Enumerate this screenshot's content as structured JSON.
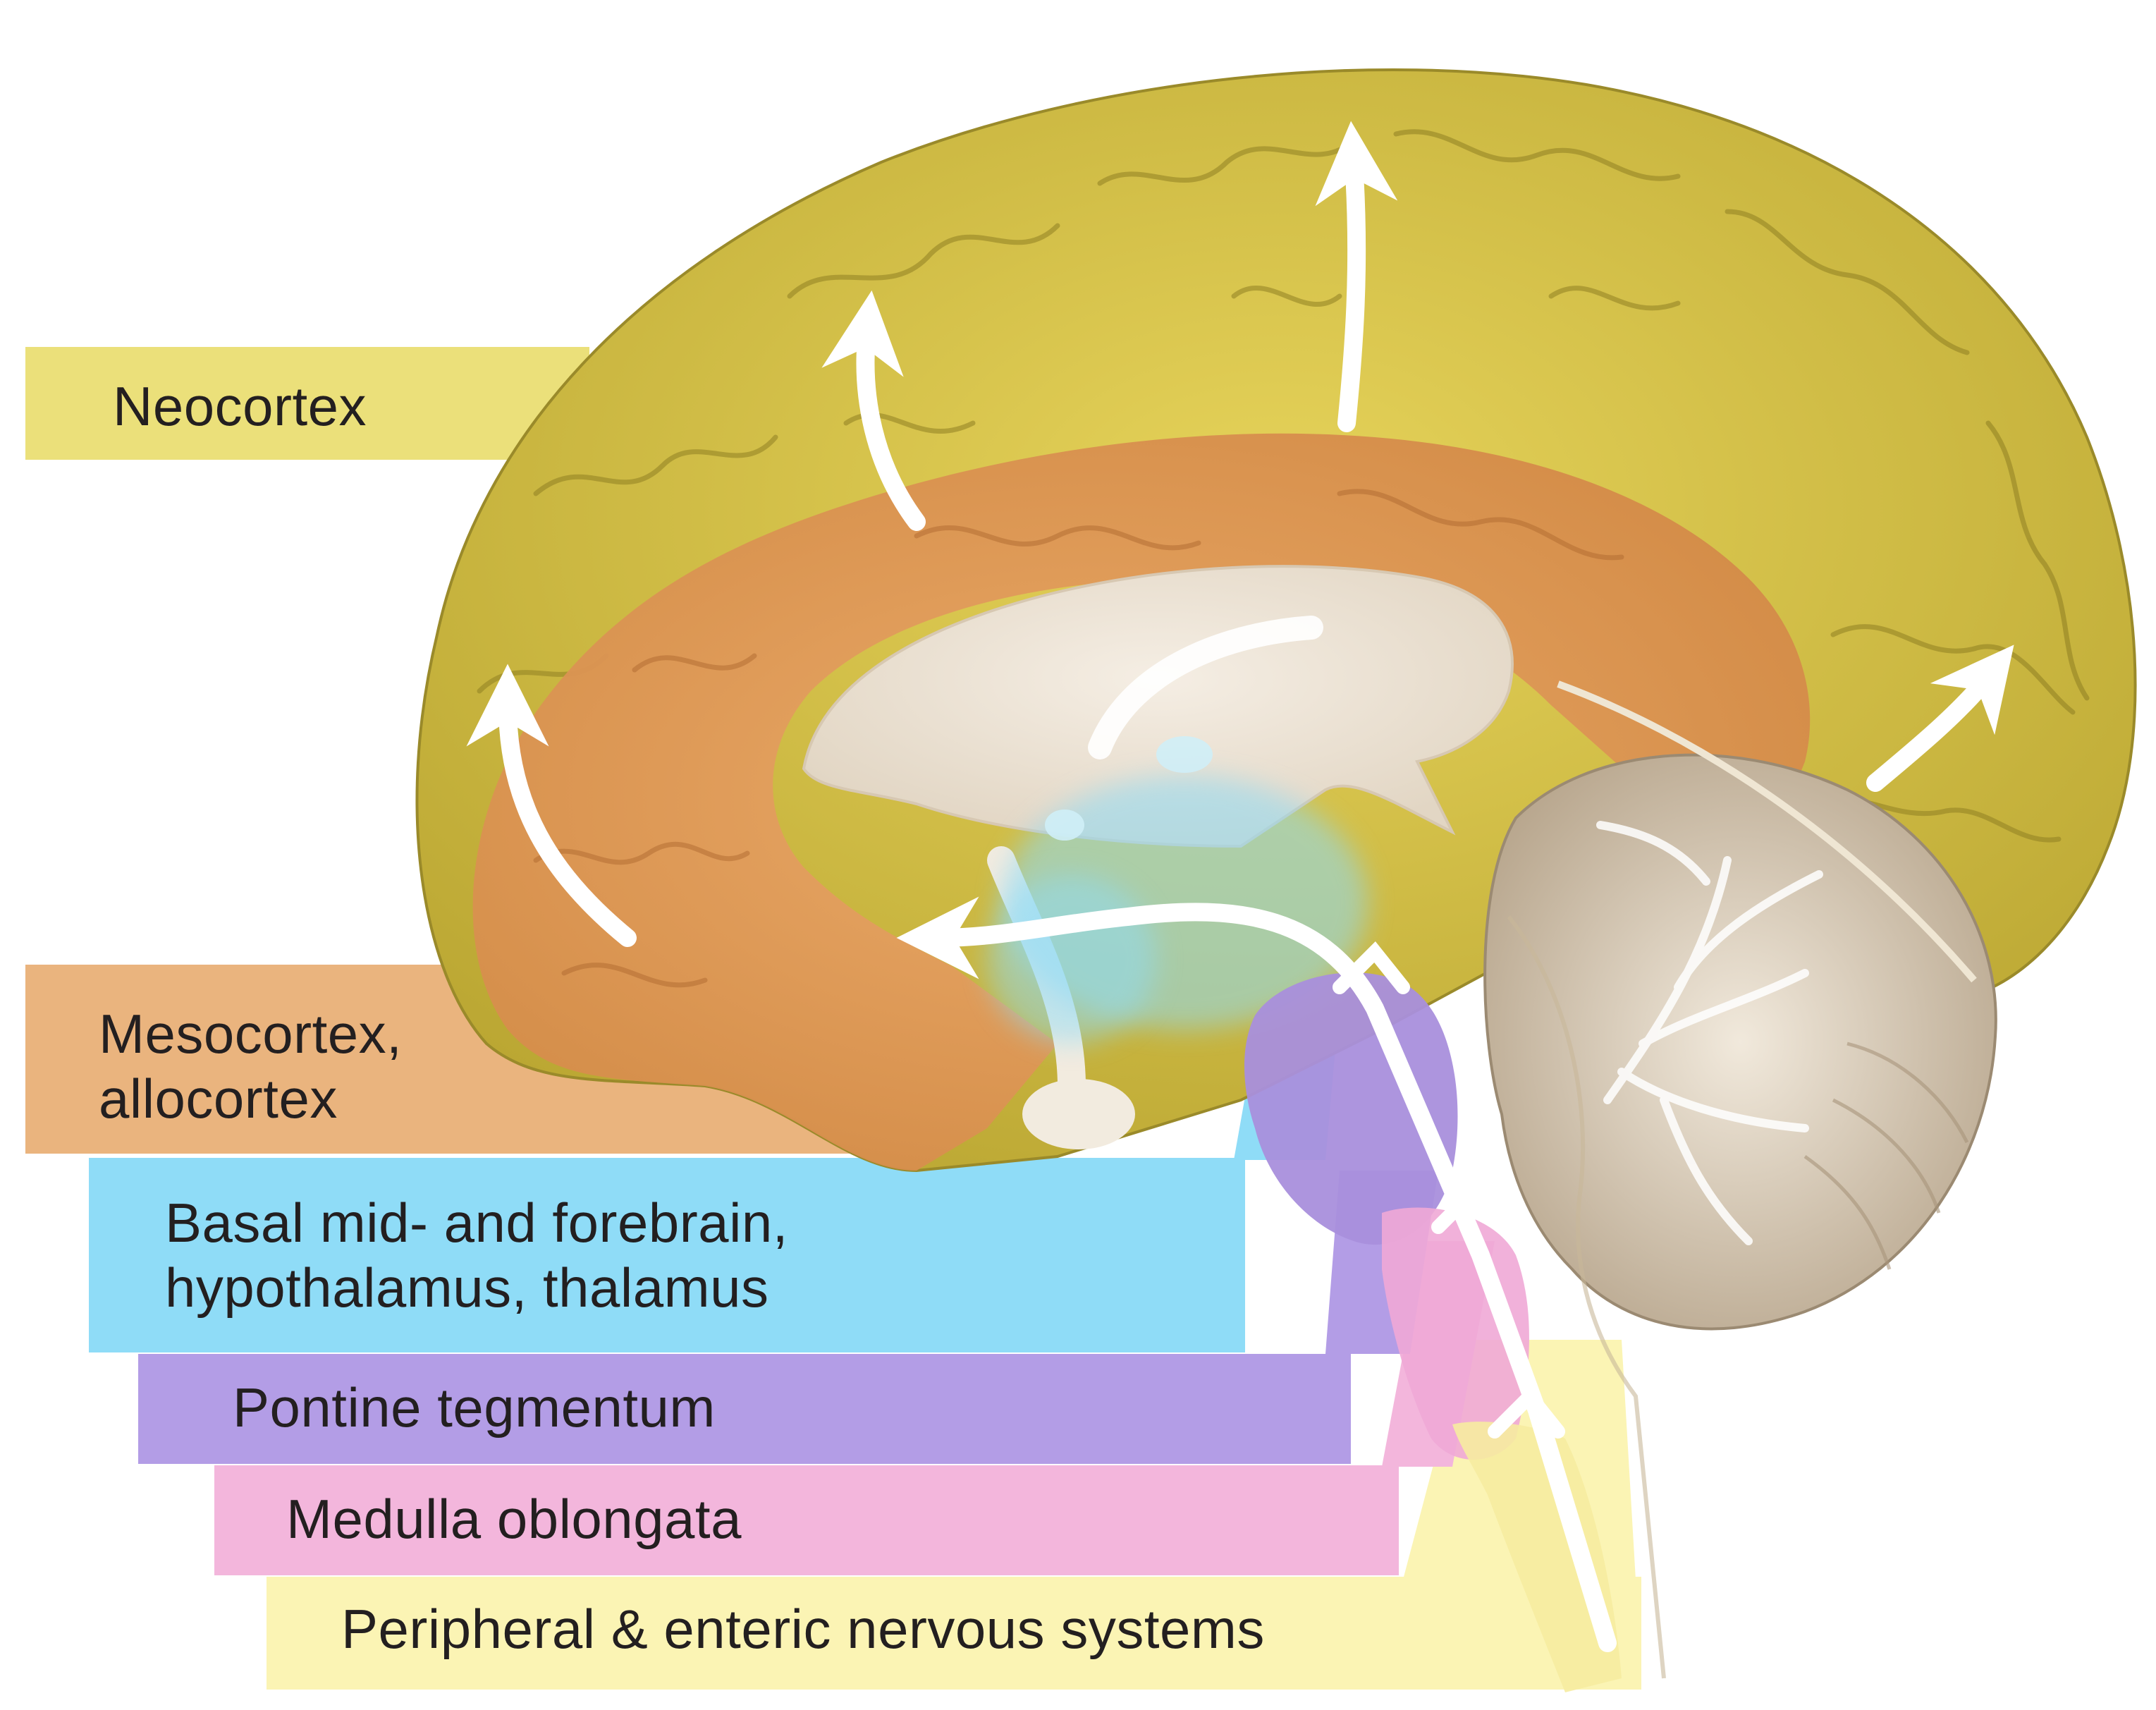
{
  "labels": {
    "neocortex": "Neocortex",
    "mesocortex_line1": "Mesocortex,",
    "mesocortex_line2": "allocortex",
    "basal_line1": "Basal mid- and forebrain,",
    "basal_line2": "hypothalamus, thalamus",
    "pontine": "Pontine tegmentum",
    "medulla": "Medulla oblongata",
    "peripheral": "Peripheral & enteric nervous systems"
  },
  "colors": {
    "neocortex": "#ebe07a",
    "neocortex_tissue": "#d4c24a",
    "mesocortex": "#eab47e",
    "mesocortex_tissue": "#dc9a5c",
    "basal": "#8fdcf7",
    "pontine": "#b39de6",
    "medulla": "#f3b6dc",
    "peripheral": "#fbf4b4",
    "cerebellum": "#e8ddcc",
    "arrow": "#ffffff"
  }
}
